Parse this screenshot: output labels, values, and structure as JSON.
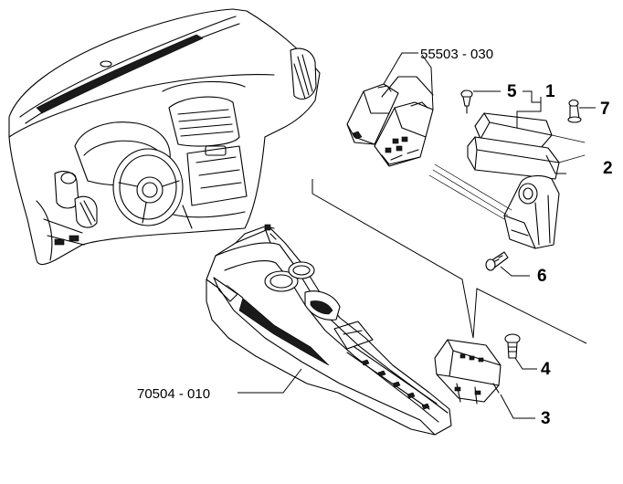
{
  "callouts": {
    "c1": "1",
    "c2": "2",
    "c3": "3",
    "c4": "4",
    "c5": "5",
    "c6": "6",
    "c7": "7"
  },
  "part_refs": {
    "upper": "55503 - 030",
    "lower": "70504 - 010"
  }
}
